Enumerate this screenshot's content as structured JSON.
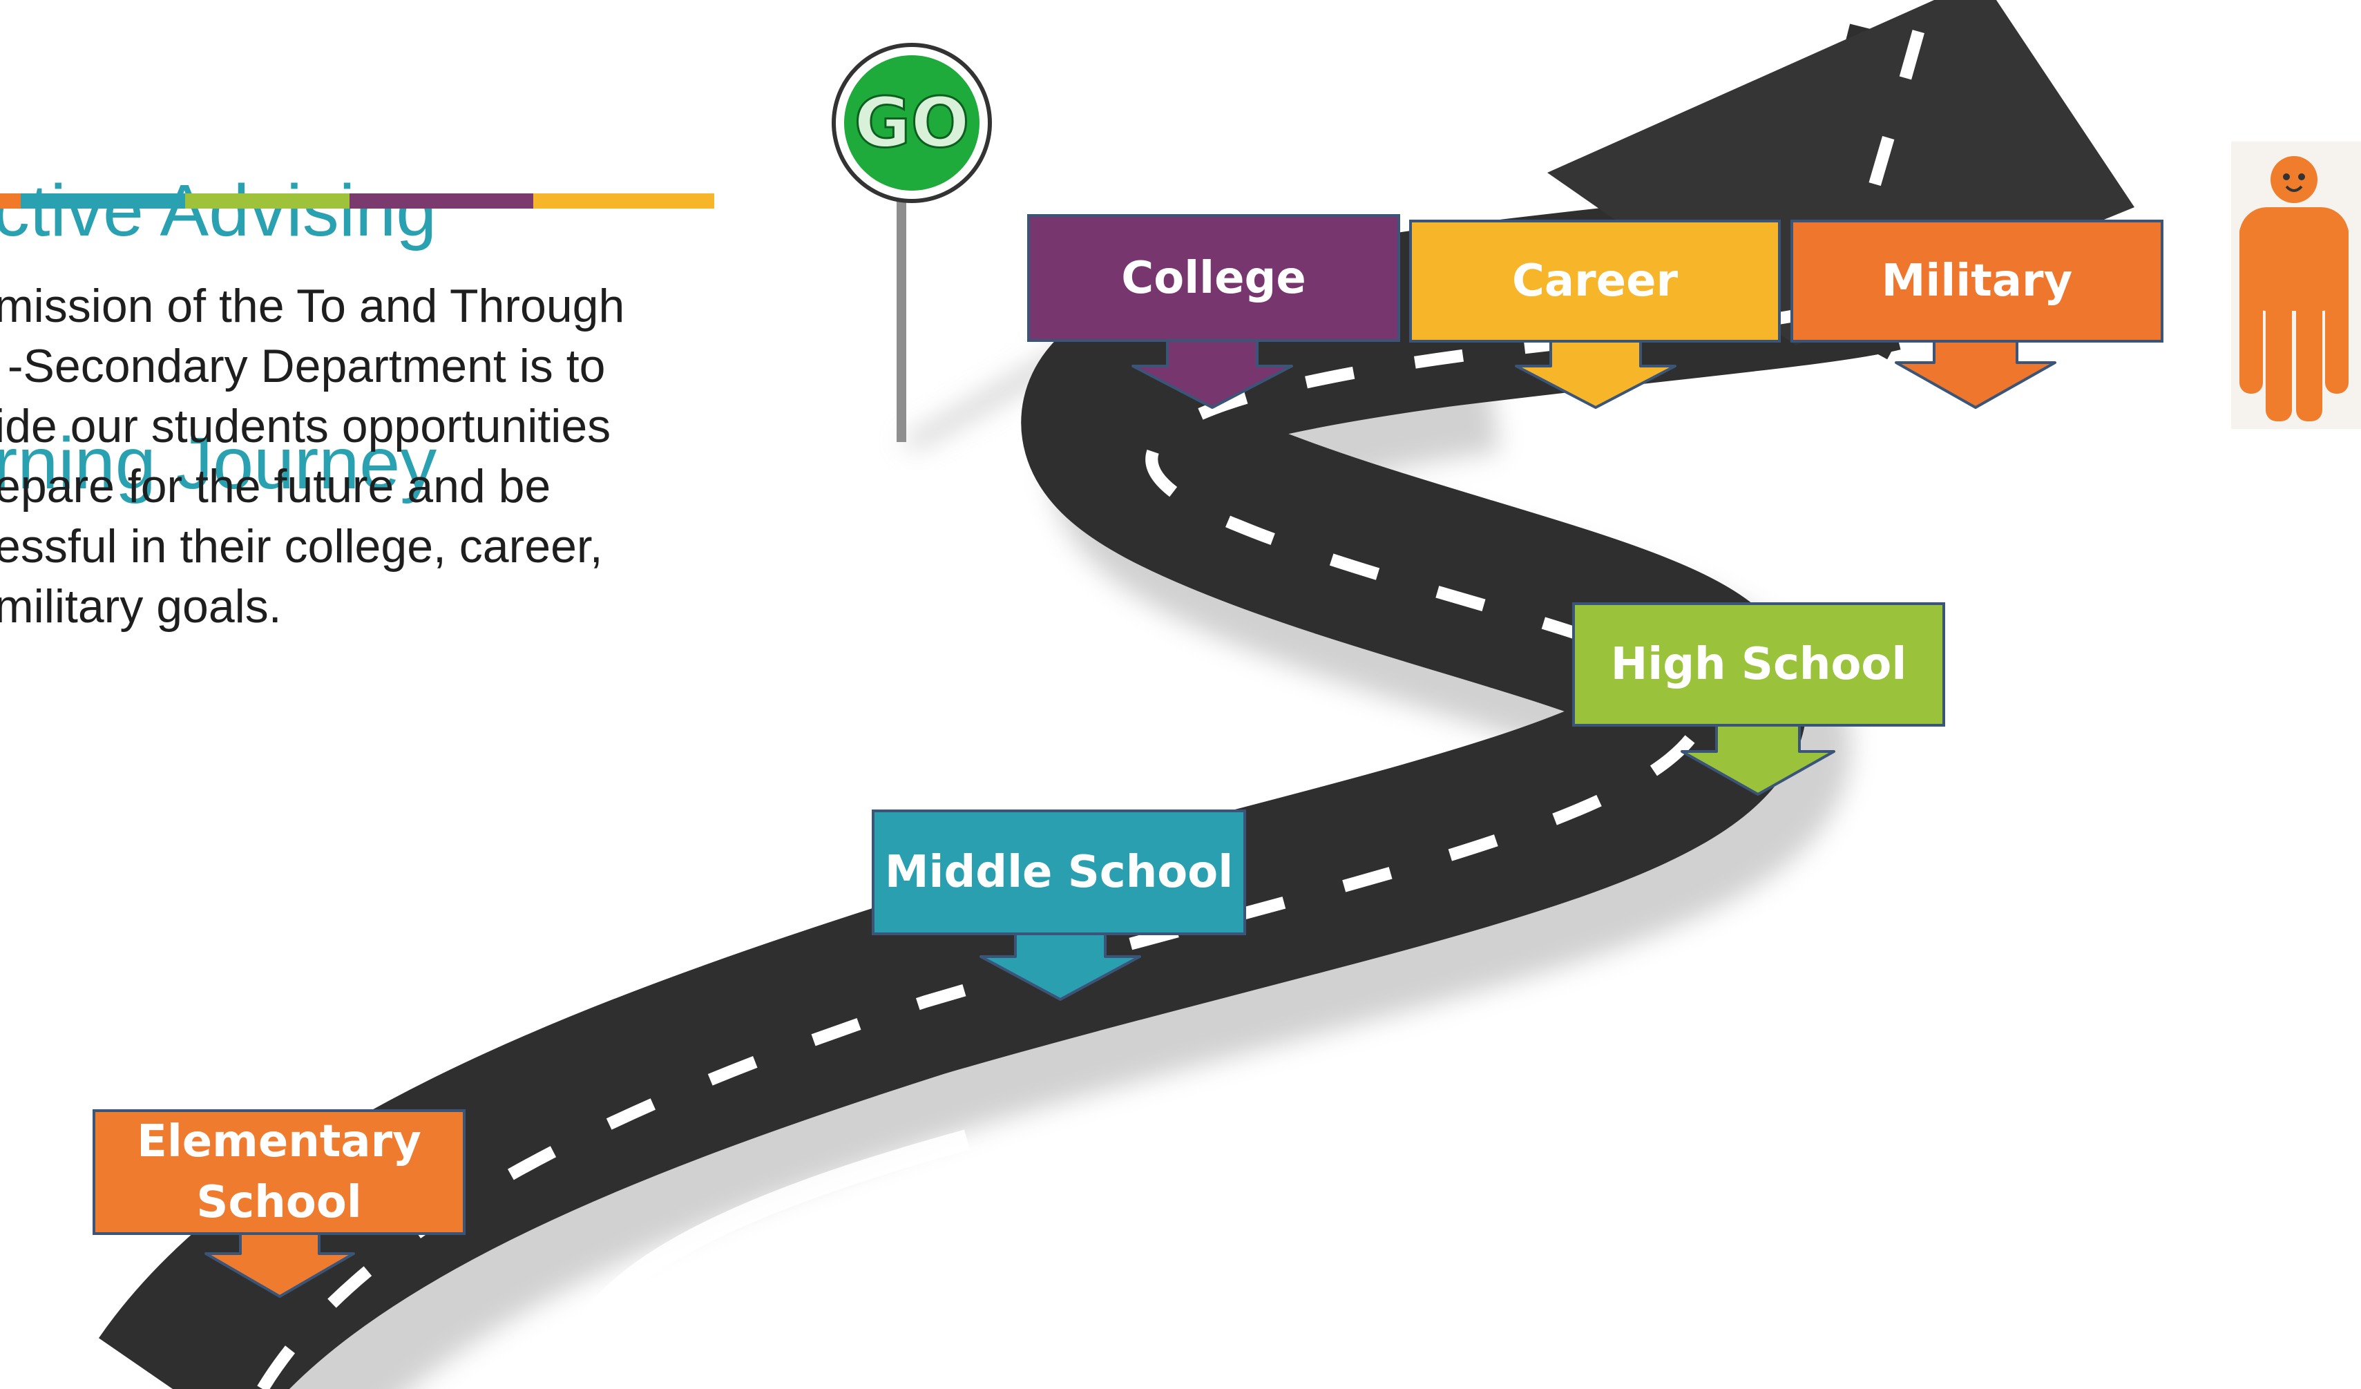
{
  "header": {
    "title_lines": [
      "ctive Advising",
      "rning Journey"
    ]
  },
  "mission_lines": [
    "mission of the To and Through",
    " -Secondary Department is to",
    "ide our students opportunities",
    "epare for the future and be",
    "essful in their college, career,",
    "military goals."
  ],
  "sign": {
    "text": "GO"
  },
  "stages": {
    "college": "College",
    "career": "Career",
    "military": "Military",
    "high_school": "High School",
    "middle_school": "Middle School",
    "elementary_lines": [
      "Elementary",
      "School"
    ]
  },
  "colors": {
    "title": "#2aa1b0",
    "stripe": [
      "#f07a2a",
      "#2aa1b0",
      "#9ec23a",
      "#7b3a6e",
      "#f7b52a"
    ],
    "road": "#2f2f2f",
    "college": "#77366e",
    "career": "#f7b52a",
    "military": "#ef762d",
    "high_school": "#9bc23b",
    "middle_school": "#2a9fb0",
    "elementary": "#ef7b2f",
    "sign_green": "#1fab3c",
    "person": "#f07d2c"
  }
}
